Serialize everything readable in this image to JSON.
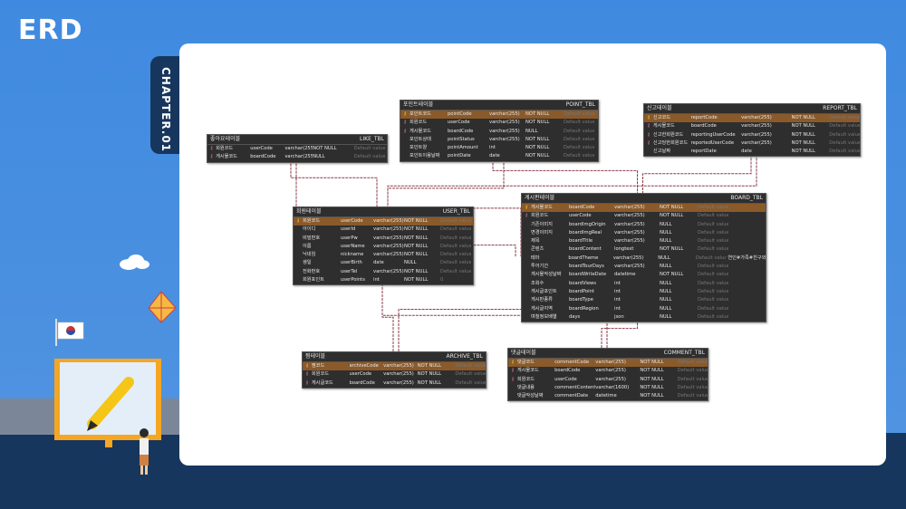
{
  "header": {
    "title": "ERD",
    "chapter": "CHAPTER.01"
  },
  "colors": {
    "background": "#4b90e0",
    "navy": "#17365d",
    "panel": "#ffffff",
    "table_bg": "#2e2e2e",
    "pk_row": "#8a5a2a",
    "relation_line": "#8a3a4a"
  },
  "tables": [
    {
      "id": "like",
      "kr": "좋아요테이블",
      "name": "LIKE_TBL",
      "rows": [
        {
          "name": "회원코드",
          "code": "userCode",
          "type": "varchar(255)",
          "null": "NOT NULL",
          "def": "Default value",
          "pk": false,
          "key": "fk"
        },
        {
          "name": "게시물코드",
          "code": "boardCode",
          "type": "varchar(255)",
          "null": "NULL",
          "def": "Default value",
          "pk": false,
          "key": "fk"
        }
      ]
    },
    {
      "id": "point",
      "kr": "포인트테이블",
      "name": "POINT_TBL",
      "rows": [
        {
          "name": "포인트코드",
          "code": "pointCode",
          "type": "varchar(255)",
          "null": "NOT NULL",
          "def": "Default value",
          "pk": true,
          "key": "pk"
        },
        {
          "name": "회원코드",
          "code": "userCode",
          "type": "varchar(255)",
          "null": "NOT NULL",
          "def": "Default value",
          "pk": false,
          "key": "fk"
        },
        {
          "name": "게시물코드",
          "code": "boardCode",
          "type": "varchar(255)",
          "null": "NULL",
          "def": "Default value",
          "pk": false,
          "key": "fk"
        },
        {
          "name": "포인트상태",
          "code": "pointStatus",
          "type": "varchar(255)",
          "null": "NOT NULL",
          "def": "Default value",
          "pk": false,
          "key": ""
        },
        {
          "name": "포인트양",
          "code": "pointAmount",
          "type": "int",
          "null": "NOT NULL",
          "def": "Default value",
          "pk": false,
          "key": ""
        },
        {
          "name": "포인트이용날짜",
          "code": "pointDate",
          "type": "date",
          "null": "NOT NULL",
          "def": "Default value",
          "pk": false,
          "key": ""
        }
      ]
    },
    {
      "id": "report",
      "kr": "신고테이블",
      "name": "REPORT_TBL",
      "rows": [
        {
          "name": "신고코드",
          "code": "reportCode",
          "type": "varchar(255)",
          "null": "NOT NULL",
          "def": "Default value",
          "pk": true,
          "key": "pk"
        },
        {
          "name": "게시물코드",
          "code": "boardCode",
          "type": "varchar(255)",
          "null": "NOT NULL",
          "def": "Default value",
          "pk": false,
          "key": "fk"
        },
        {
          "name": "신고한회원코드",
          "code": "reportingUserCode",
          "type": "varchar(255)",
          "null": "NOT NULL",
          "def": "Default value",
          "pk": false,
          "key": "fk"
        },
        {
          "name": "신고당한회원코드",
          "code": "reportedUserCode",
          "type": "varchar(255)",
          "null": "NOT NULL",
          "def": "Default value",
          "pk": false,
          "key": "fk"
        },
        {
          "name": "신고날짜",
          "code": "reportDate",
          "type": "date",
          "null": "NOT NULL",
          "def": "Default value",
          "pk": false,
          "key": ""
        }
      ]
    },
    {
      "id": "user",
      "kr": "회원테이블",
      "name": "USER_TBL",
      "rows": [
        {
          "name": "회원코드",
          "code": "userCode",
          "type": "varchar(255)",
          "null": "NOT NULL",
          "def": "Default value",
          "pk": true,
          "key": "pk"
        },
        {
          "name": "아이디",
          "code": "userId",
          "type": "varchar(255)",
          "null": "NOT NULL",
          "def": "Default value",
          "pk": false,
          "key": ""
        },
        {
          "name": "비밀번호",
          "code": "userPw",
          "type": "varchar(255)",
          "null": "NOT NULL",
          "def": "Default value",
          "pk": false,
          "key": ""
        },
        {
          "name": "이름",
          "code": "userName",
          "type": "varchar(255)",
          "null": "NOT NULL",
          "def": "Default value",
          "pk": false,
          "key": ""
        },
        {
          "name": "닉네임",
          "code": "nickname",
          "type": "varchar(255)",
          "null": "NOT NULL",
          "def": "Default value",
          "pk": false,
          "key": ""
        },
        {
          "name": "생일",
          "code": "userBirth",
          "type": "date",
          "null": "NULL",
          "def": "Default value",
          "pk": false,
          "key": ""
        },
        {
          "name": "전화번호",
          "code": "userTel",
          "type": "varchar(255)",
          "null": "NOT NULL",
          "def": "Default value",
          "pk": false,
          "key": ""
        },
        {
          "name": "회원포인트",
          "code": "userPoints",
          "type": "int",
          "null": "NOT NULL",
          "def": "0",
          "pk": false,
          "key": ""
        }
      ]
    },
    {
      "id": "board",
      "kr": "게시판테이블",
      "name": "BOARD_TBL",
      "rows": [
        {
          "name": "게시물코드",
          "code": "boardCode",
          "type": "varchar(255)",
          "null": "NOT NULL",
          "def": "Default value",
          "pk": true,
          "key": "pk",
          "cmt": ""
        },
        {
          "name": "회원코드",
          "code": "userCode",
          "type": "varchar(255)",
          "null": "NOT NULL",
          "def": "Default value",
          "pk": false,
          "key": "fk",
          "cmt": ""
        },
        {
          "name": "기존이미지",
          "code": "boardImgOrigin",
          "type": "varchar(255)",
          "null": "NULL",
          "def": "Default value",
          "pk": false,
          "key": "",
          "cmt": ""
        },
        {
          "name": "변경이미지",
          "code": "boardImgReal",
          "type": "varchar(255)",
          "null": "NULL",
          "def": "Default value",
          "pk": false,
          "key": "",
          "cmt": ""
        },
        {
          "name": "제목",
          "code": "boardTitle",
          "type": "varchar(255)",
          "null": "NULL",
          "def": "Default value",
          "pk": false,
          "key": "",
          "cmt": ""
        },
        {
          "name": "콘텐츠",
          "code": "boardContent",
          "type": "longtext",
          "null": "NOT NULL",
          "def": "Default value",
          "pk": false,
          "key": "",
          "cmt": ""
        },
        {
          "name": "테마",
          "code": "boardTheme",
          "type": "varchar(255)",
          "null": "NULL",
          "def": "Default value",
          "pk": false,
          "key": "",
          "cmt": "연인#가족#친구와"
        },
        {
          "name": "투어기간",
          "code": "boardTourDays",
          "type": "varchar(255)",
          "null": "NULL",
          "def": "Default value",
          "pk": false,
          "key": "",
          "cmt": ""
        },
        {
          "name": "게시물작성날짜",
          "code": "boardWriteDate",
          "type": "datetime",
          "null": "NOT NULL",
          "def": "Default value",
          "pk": false,
          "key": "",
          "cmt": ""
        },
        {
          "name": "조회수",
          "code": "boardViews",
          "type": "int",
          "null": "NULL",
          "def": "Default value",
          "pk": false,
          "key": "",
          "cmt": ""
        },
        {
          "name": "게시글포인트",
          "code": "boardPoint",
          "type": "int",
          "null": "NULL",
          "def": "Default value",
          "pk": false,
          "key": "",
          "cmt": ""
        },
        {
          "name": "게시판종류",
          "code": "boardType",
          "type": "int",
          "null": "NULL",
          "def": "Default value",
          "pk": false,
          "key": "",
          "cmt": ""
        },
        {
          "name": "게시글지역",
          "code": "boardRegion",
          "type": "int",
          "null": "NULL",
          "def": "Default value",
          "pk": false,
          "key": "",
          "cmt": ""
        },
        {
          "name": "며칠정보배열",
          "code": "days",
          "type": "json",
          "null": "NULL",
          "def": "Default value",
          "pk": false,
          "key": "",
          "cmt": ""
        }
      ]
    },
    {
      "id": "archive",
      "kr": "찜테이블",
      "name": "ARCHIVE_TBL",
      "rows": [
        {
          "name": "찜코드",
          "code": "archiveCode",
          "type": "varchar(255)",
          "null": "NOT NULL",
          "def": "Default value",
          "pk": true,
          "key": "pk"
        },
        {
          "name": "회원코드",
          "code": "userCode",
          "type": "varchar(255)",
          "null": "NOT NULL",
          "def": "Default value",
          "pk": false,
          "key": "fk"
        },
        {
          "name": "게시글코드",
          "code": "boardCode",
          "type": "varchar(255)",
          "null": "NOT NULL",
          "def": "Default value",
          "pk": false,
          "key": "fk"
        }
      ]
    },
    {
      "id": "comment",
      "kr": "댓글테이블",
      "name": "COMMENT_TBL",
      "rows": [
        {
          "name": "댓글코드",
          "code": "commentCode",
          "type": "varchar(255)",
          "null": "NOT NULL",
          "def": "Default value",
          "pk": true,
          "key": "pk"
        },
        {
          "name": "게시물코드",
          "code": "boardCode",
          "type": "varchar(255)",
          "null": "NOT NULL",
          "def": "Default value",
          "pk": false,
          "key": "fk"
        },
        {
          "name": "회원코드",
          "code": "userCode",
          "type": "varchar(255)",
          "null": "NOT NULL",
          "def": "Default value",
          "pk": false,
          "key": "fk"
        },
        {
          "name": "댓글내용",
          "code": "commentContent",
          "type": "varchar(1600)",
          "null": "NOT NULL",
          "def": "Default value",
          "pk": false,
          "key": ""
        },
        {
          "name": "댓글작성날짜",
          "code": "commentDate",
          "type": "datetime",
          "null": "NOT NULL",
          "def": "Default value",
          "pk": false,
          "key": ""
        }
      ]
    }
  ],
  "relations": [
    {
      "from": "like",
      "to": "user"
    },
    {
      "from": "like",
      "to": "board"
    },
    {
      "from": "point",
      "to": "user"
    },
    {
      "from": "point",
      "to": "board"
    },
    {
      "from": "report",
      "to": "board"
    },
    {
      "from": "report",
      "to": "user"
    },
    {
      "from": "board",
      "to": "user"
    },
    {
      "from": "archive",
      "to": "user"
    },
    {
      "from": "archive",
      "to": "board"
    },
    {
      "from": "comment",
      "to": "board"
    },
    {
      "from": "comment",
      "to": "user"
    }
  ]
}
